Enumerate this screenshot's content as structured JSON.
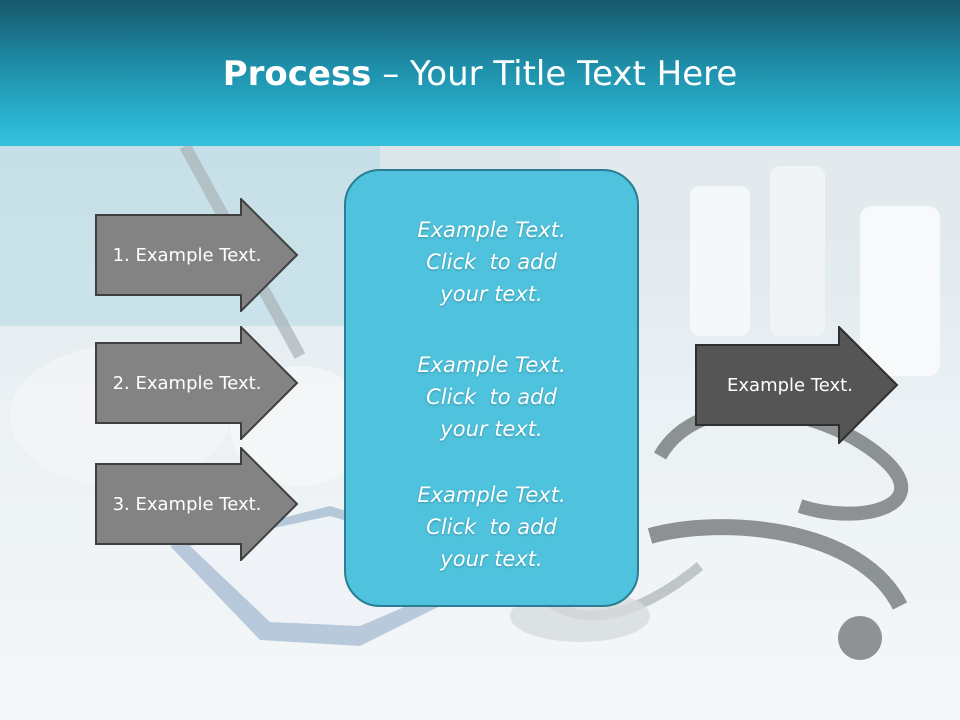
{
  "header": {
    "title_bold": "Process",
    "title_rest": " – Your Title Text Here"
  },
  "left_arrows": [
    {
      "label": "1. Example Text."
    },
    {
      "label": "2. Example Text."
    },
    {
      "label": "3. Example Text."
    }
  ],
  "center_box": {
    "blocks": [
      {
        "line1": "Example Text.",
        "line2": "Click  to add",
        "line3": "your text."
      },
      {
        "line1": "Example Text.",
        "line2": "Click  to add",
        "line3": "your text."
      },
      {
        "line1": "Example Text.",
        "line2": "Click  to add",
        "line3": "your text."
      }
    ]
  },
  "right_arrow": {
    "label": "Example Text."
  },
  "colors": {
    "header_dark": "#17576b",
    "header_light": "#37c1dc",
    "center_fill": "#4fc3dd",
    "left_arrow_fill": "#838383",
    "right_arrow_fill": "#555555"
  }
}
